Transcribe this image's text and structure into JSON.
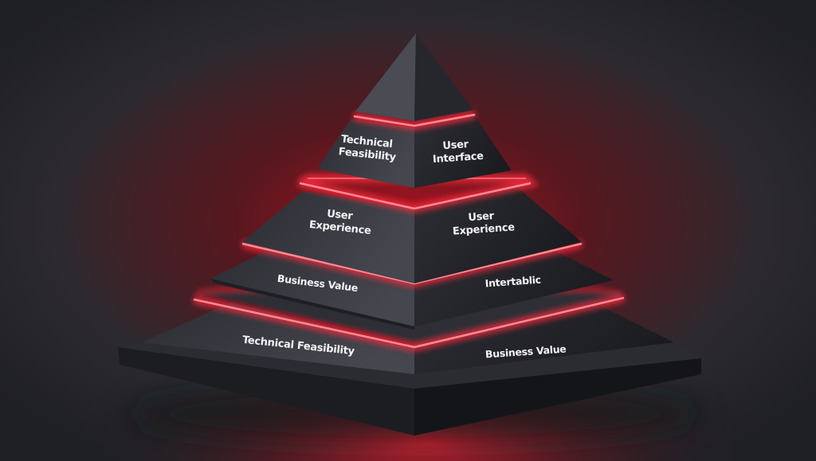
{
  "pyramid": {
    "tier1": {
      "left_label_line1": "Technical",
      "left_label_line2": "Feasibility",
      "right_label_line1": "User",
      "right_label_line2": "Interface"
    },
    "tier2": {
      "left_label_line1": "User",
      "left_label_line2": "Experience",
      "right_label_line1": "User",
      "right_label_line2": "Experience"
    },
    "tier3": {
      "left_label": "Business Value",
      "right_label": "Intertablic"
    },
    "tier4": {
      "left_label": "Technical Feasibility",
      "right_label": "Business Value"
    }
  },
  "colors": {
    "background_dark": "#1f2025",
    "background_glow": "#b3121f",
    "face_left": "#3a3b42",
    "face_right": "#25262b",
    "neon": "#ff2a3c"
  }
}
